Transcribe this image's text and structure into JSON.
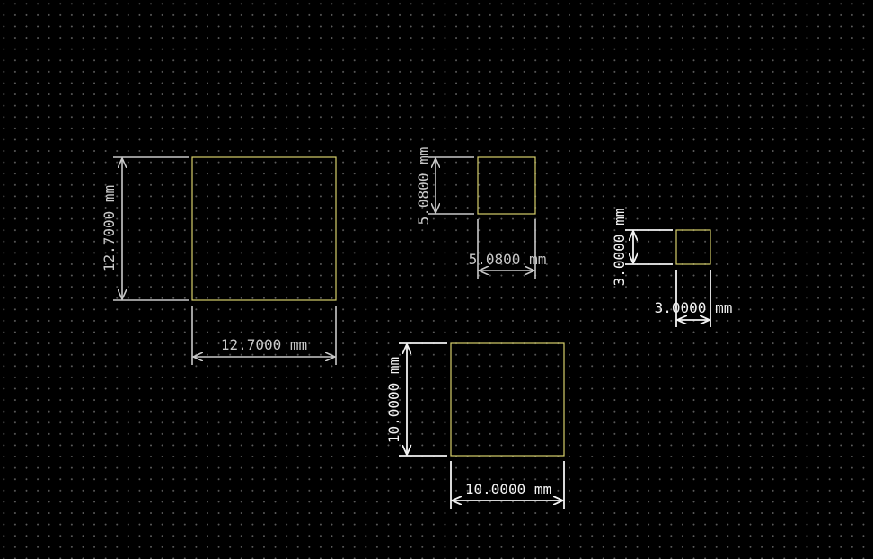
{
  "colors": {
    "background": "#000000",
    "grid_dot": "#5a5a5a",
    "outline": "#d6cf6b",
    "dimension_light": "#c8c8c8",
    "dimension_bright": "#f2f2f2"
  },
  "squares": [
    {
      "name": "square-12-7",
      "width_label": "12.7000 mm",
      "height_label": "12.7000 mm"
    },
    {
      "name": "square-5-08",
      "width_label": "5.0800 mm",
      "height_label": "5.0800 mm"
    },
    {
      "name": "square-3",
      "width_label": "3.0000 mm",
      "height_label": "3.0000 mm"
    },
    {
      "name": "square-10",
      "width_label": "10.0000 mm",
      "height_label": "10.0000 mm"
    }
  ]
}
